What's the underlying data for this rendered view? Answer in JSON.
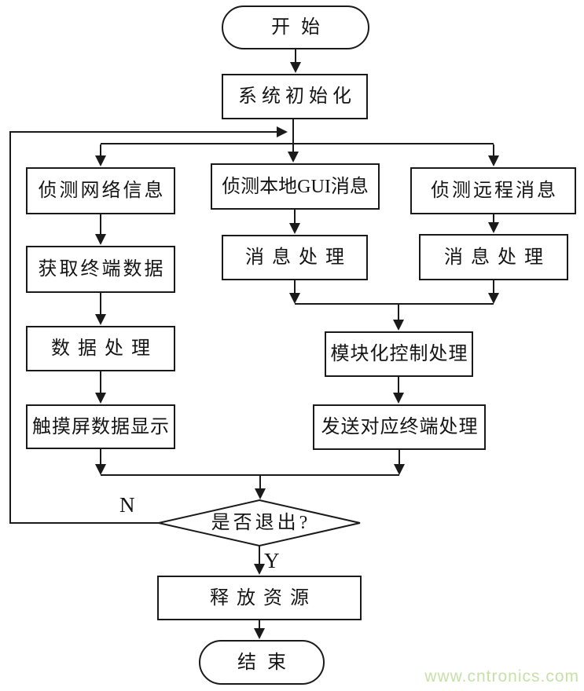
{
  "diagram": {
    "type": "flowchart",
    "nodes": {
      "start": {
        "label": "开始",
        "shape": "terminator"
      },
      "system_init": {
        "label": "系统初始化",
        "shape": "process"
      },
      "detect_network": {
        "label": "侦测网络信息",
        "shape": "process"
      },
      "detect_local_gui": {
        "label": "侦测本地GUI消息",
        "shape": "process"
      },
      "detect_remote": {
        "label": "侦测远程消息",
        "shape": "process"
      },
      "get_terminal_data": {
        "label": "获取终端数据",
        "shape": "process"
      },
      "msg_process_local": {
        "label": "消息处理",
        "shape": "process"
      },
      "msg_process_remote": {
        "label": "消息处理",
        "shape": "process"
      },
      "data_process": {
        "label": "数据处理",
        "shape": "process"
      },
      "modular_control": {
        "label": "模块化控制处理",
        "shape": "process"
      },
      "touchscreen_display": {
        "label": "触摸屏数据显示",
        "shape": "process"
      },
      "send_terminal": {
        "label": "发送对应终端处理",
        "shape": "process"
      },
      "exit_decision": {
        "label": "是否退出?",
        "shape": "decision"
      },
      "release_resources": {
        "label": "释放资源",
        "shape": "process"
      },
      "end": {
        "label": "结束",
        "shape": "terminator"
      }
    },
    "edge_labels": {
      "no": "N",
      "yes": "Y"
    },
    "colors": {
      "line": "#1a1a1a",
      "text": "#141414",
      "background": "#ffffff",
      "watermark": "#c7e0a8"
    }
  },
  "watermark": {
    "text": "www.cntronics.com"
  }
}
